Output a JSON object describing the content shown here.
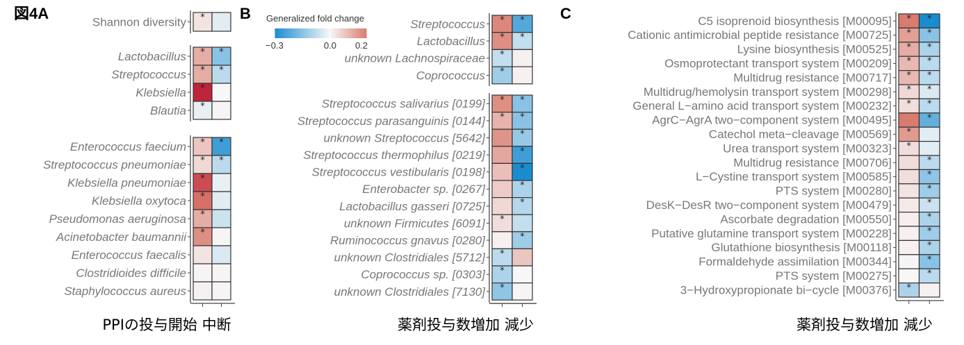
{
  "colors": {
    "neg": "#1a8cd0",
    "zero": "#f7f7f7",
    "pos": "#d97b6e",
    "strong_pos": "#c0233c",
    "border": "#333333",
    "label": "#777777"
  },
  "legend": {
    "title": "Generalized fold change",
    "min_label": "−0.3",
    "mid_label": "0.0",
    "max_label": "0.2",
    "range": [
      -0.3,
      0.2
    ]
  },
  "chart_data": [
    {
      "type": "heatmap",
      "panel": "図4A",
      "xlabel": "PPIの投与開始 中断",
      "columns": [
        "投与開始",
        "中断"
      ],
      "groups": [
        {
          "italic": false,
          "rows": [
            {
              "label": "Shannon diversity",
              "values": [
                0.03,
                -0.03
              ],
              "sig": [
                true,
                false
              ]
            }
          ]
        },
        {
          "italic": true,
          "rows": [
            {
              "label": "Lactobacillus",
              "values": [
                0.12,
                -0.15
              ],
              "sig": [
                true,
                true
              ]
            },
            {
              "label": "Streptococcus",
              "values": [
                0.12,
                -0.08
              ],
              "sig": [
                true,
                true
              ]
            },
            {
              "label": "Klebsiella",
              "values": [
                0.35,
                0.0
              ],
              "sig": [
                true,
                false
              ]
            },
            {
              "label": "Blautia",
              "values": [
                -0.02,
                0.005
              ],
              "sig": [
                true,
                false
              ]
            }
          ]
        },
        {
          "italic": true,
          "rows": [
            {
              "label": "Enterococcus faecium",
              "values": [
                0.08,
                -0.25
              ],
              "sig": [
                true,
                true
              ]
            },
            {
              "label": "Streptococcus pneumoniae",
              "values": [
                0.05,
                -0.08
              ],
              "sig": [
                true,
                true
              ]
            },
            {
              "label": "Klebsiella pneumoniae",
              "values": [
                0.28,
                -0.02
              ],
              "sig": [
                true,
                false
              ]
            },
            {
              "label": "Klebsiella oxytoca",
              "values": [
                0.22,
                -0.03
              ],
              "sig": [
                true,
                false
              ]
            },
            {
              "label": "Pseudomonas aeruginosa",
              "values": [
                0.12,
                -0.06
              ],
              "sig": [
                true,
                false
              ]
            },
            {
              "label": "Acinetobacter baumannii",
              "values": [
                0.17,
                0.005
              ],
              "sig": [
                true,
                false
              ]
            },
            {
              "label": "Enterococcus faecalis",
              "values": [
                0.03,
                -0.04
              ],
              "sig": [
                false,
                false
              ]
            },
            {
              "label": "Clostridioides difficile",
              "values": [
                0.005,
                0.005
              ],
              "sig": [
                false,
                false
              ]
            },
            {
              "label": "Staphylococcus aureus",
              "values": [
                0.01,
                0.005
              ],
              "sig": [
                false,
                false
              ]
            }
          ]
        }
      ]
    },
    {
      "type": "heatmap",
      "panel": "B",
      "xlabel": "薬剤投与数増加 減少",
      "columns": [
        "増加",
        "減少"
      ],
      "groups": [
        {
          "italic": true,
          "rows": [
            {
              "label": "Streptococcus",
              "values": [
                0.18,
                -0.22
              ],
              "sig": [
                true,
                true
              ]
            },
            {
              "label": "Lactobacillus",
              "values": [
                0.17,
                -0.07
              ],
              "sig": [
                true,
                true
              ]
            },
            {
              "label": "unknown Lachnospiraceae",
              "values": [
                -0.07,
                0.01
              ],
              "sig": [
                true,
                false
              ]
            },
            {
              "label": "Coprococcus",
              "values": [
                -0.12,
                0.01
              ],
              "sig": [
                true,
                false
              ]
            }
          ]
        },
        {
          "italic": true,
          "rows": [
            {
              "label": "Streptococcus salivarius [0199]",
              "values": [
                0.17,
                -0.15
              ],
              "sig": [
                true,
                true
              ]
            },
            {
              "label": "Streptococcus parasanguinis [0144]",
              "values": [
                0.11,
                -0.15
              ],
              "sig": [
                true,
                true
              ]
            },
            {
              "label": "unknown Streptococcus [5642]",
              "values": [
                0.16,
                -0.13
              ],
              "sig": [
                false,
                true
              ]
            },
            {
              "label": "Streptococcus thermophilus [0219]",
              "values": [
                0.13,
                -0.25
              ],
              "sig": [
                false,
                true
              ]
            },
            {
              "label": "Streptococcus vestibularis [0198]",
              "values": [
                0.09,
                -0.3
              ],
              "sig": [
                false,
                true
              ]
            },
            {
              "label": "Enterobacter sp. [0267]",
              "values": [
                0.07,
                -0.1
              ],
              "sig": [
                false,
                true
              ]
            },
            {
              "label": "Lactobacillus gasseri [0725]",
              "values": [
                0.05,
                -0.09
              ],
              "sig": [
                false,
                true
              ]
            },
            {
              "label": "unknown Firmicutes [6091]",
              "values": [
                0.04,
                -0.07
              ],
              "sig": [
                true,
                false
              ]
            },
            {
              "label": "Ruminococcus gnavus [0280]",
              "values": [
                0.01,
                -0.12
              ],
              "sig": [
                false,
                true
              ]
            },
            {
              "label": "unknown Clostridiales [5712]",
              "values": [
                -0.08,
                0.08
              ],
              "sig": [
                true,
                false
              ]
            },
            {
              "label": "Coprococcus sp. [0303]",
              "values": [
                -0.1,
                0.0
              ],
              "sig": [
                true,
                false
              ]
            },
            {
              "label": "unknown Clostridiales [7130]",
              "values": [
                -0.14,
                0.005
              ],
              "sig": [
                true,
                false
              ]
            }
          ]
        }
      ]
    },
    {
      "type": "heatmap",
      "panel": "C",
      "xlabel": "薬剤投与数増加 減少",
      "columns": [
        "増加",
        "減少"
      ],
      "groups": [
        {
          "italic": false,
          "rows": [
            {
              "label": "C5 isoprenoid biosynthesis [M00095]",
              "values": [
                0.2,
                -0.3
              ],
              "sig": [
                true,
                true
              ]
            },
            {
              "label": "Cationic antimicrobial peptide resistance [M00725]",
              "values": [
                0.14,
                -0.15
              ],
              "sig": [
                true,
                true
              ]
            },
            {
              "label": "Lysine biosynthesis [M00525]",
              "values": [
                0.12,
                -0.1
              ],
              "sig": [
                true,
                true
              ]
            },
            {
              "label": "Osmoprotectant transport system [M00209]",
              "values": [
                0.1,
                -0.08
              ],
              "sig": [
                true,
                true
              ]
            },
            {
              "label": "Multidrug resistance [M00717]",
              "values": [
                0.1,
                -0.08
              ],
              "sig": [
                true,
                true
              ]
            },
            {
              "label": "Multidrug/hemolysin transport system [M00298]",
              "values": [
                0.05,
                -0.04
              ],
              "sig": [
                true,
                true
              ]
            },
            {
              "label": "General L−amino acid transport system [M00232]",
              "values": [
                0.04,
                -0.08
              ],
              "sig": [
                true,
                true
              ]
            },
            {
              "label": "AgrC−AgrA two−component system [M00495]",
              "values": [
                0.2,
                -0.2
              ],
              "sig": [
                false,
                true
              ]
            },
            {
              "label": "Catechol meta−cleavage [M00569]",
              "values": [
                0.15,
                -0.03
              ],
              "sig": [
                true,
                false
              ]
            },
            {
              "label": "Urea transport system [M00323]",
              "values": [
                0.04,
                -0.03
              ],
              "sig": [
                true,
                false
              ]
            },
            {
              "label": "Multidrug resistance [M00706]",
              "values": [
                0.04,
                -0.08
              ],
              "sig": [
                false,
                true
              ]
            },
            {
              "label": "L−Cystine transport system [M00585]",
              "values": [
                0.04,
                -0.14
              ],
              "sig": [
                false,
                true
              ]
            },
            {
              "label": "PTS system [M00280]",
              "values": [
                0.03,
                -0.12
              ],
              "sig": [
                false,
                true
              ]
            },
            {
              "label": "DesK−DesR two−component system [M00479]",
              "values": [
                0.02,
                -0.06
              ],
              "sig": [
                false,
                true
              ]
            },
            {
              "label": "Ascorbate degradation [M00550]",
              "values": [
                0.015,
                -0.1
              ],
              "sig": [
                false,
                true
              ]
            },
            {
              "label": "Putative glutamine transport system [M00228]",
              "values": [
                0.01,
                -0.12
              ],
              "sig": [
                false,
                true
              ]
            },
            {
              "label": "Glutathione biosynthesis [M00118]",
              "values": [
                0.01,
                -0.1
              ],
              "sig": [
                false,
                true
              ]
            },
            {
              "label": "Formaldehyde assimilation [M00344]",
              "values": [
                0.005,
                -0.15
              ],
              "sig": [
                false,
                true
              ]
            },
            {
              "label": "PTS system [M00275]",
              "values": [
                0.0,
                -0.08
              ],
              "sig": [
                false,
                true
              ]
            },
            {
              "label": "3−Hydroxypropionate bi−cycle [M00376]",
              "values": [
                -0.1,
                0.01
              ],
              "sig": [
                true,
                false
              ]
            }
          ]
        }
      ]
    }
  ]
}
